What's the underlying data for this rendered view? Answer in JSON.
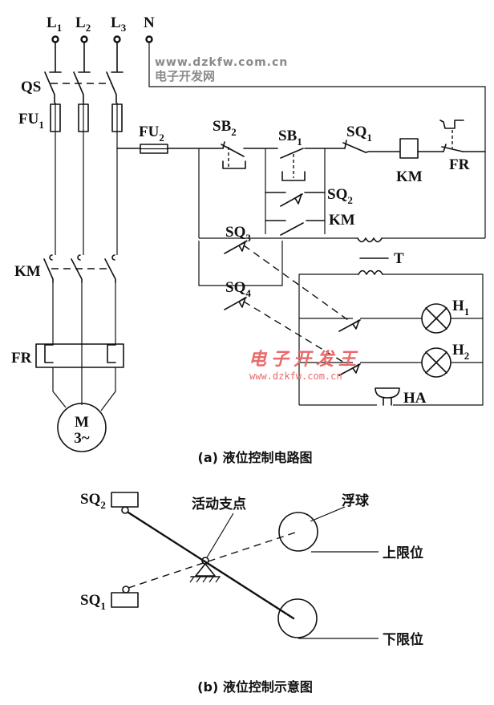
{
  "diagram": {
    "title_a": "(a) 液位控制电路图",
    "title_b": "(b) 液位控制示意图",
    "supply": {
      "terminals": [
        {
          "name": "L",
          "sub": "1"
        },
        {
          "name": "L",
          "sub": "2"
        },
        {
          "name": "L",
          "sub": "3"
        },
        {
          "name": "N",
          "sub": ""
        }
      ]
    },
    "power_circuit": {
      "isolator": "QS",
      "main_fuse": {
        "name": "FU",
        "sub": "1"
      },
      "contactor": "KM",
      "overload_relay": "FR",
      "motor": {
        "line1": "M",
        "line2": "3~"
      }
    },
    "control_circuit": {
      "control_fuse": {
        "name": "FU",
        "sub": "2"
      },
      "stop_button": {
        "name": "SB",
        "sub": "2"
      },
      "start_button": {
        "name": "SB",
        "sub": "1"
      },
      "limit_sq1": {
        "name": "SQ",
        "sub": "1"
      },
      "limit_sq2": {
        "name": "SQ",
        "sub": "2"
      },
      "coil": "KM",
      "hold_contact": "KM",
      "overload_contact": "FR",
      "limit_sq3": {
        "name": "SQ",
        "sub": "3"
      },
      "limit_sq4": {
        "name": "SQ",
        "sub": "4"
      },
      "transformer": "T",
      "lamp_h1": {
        "name": "H",
        "sub": "1"
      },
      "lamp_h2": {
        "name": "H",
        "sub": "2"
      },
      "alarm": "HA"
    },
    "mechanism": {
      "sq2": {
        "name": "SQ",
        "sub": "2"
      },
      "sq1": {
        "name": "SQ",
        "sub": "1"
      },
      "pivot_label": "活动支点",
      "float_label": "浮球",
      "upper_limit_label": "上限位",
      "lower_limit_label": "下限位"
    },
    "watermarks": {
      "top_url": "www.dzkfw.com.cn",
      "top_name": "电子开发网",
      "mid_name": "电子开发王",
      "mid_url": "www.dzkfw.com.cn"
    }
  }
}
